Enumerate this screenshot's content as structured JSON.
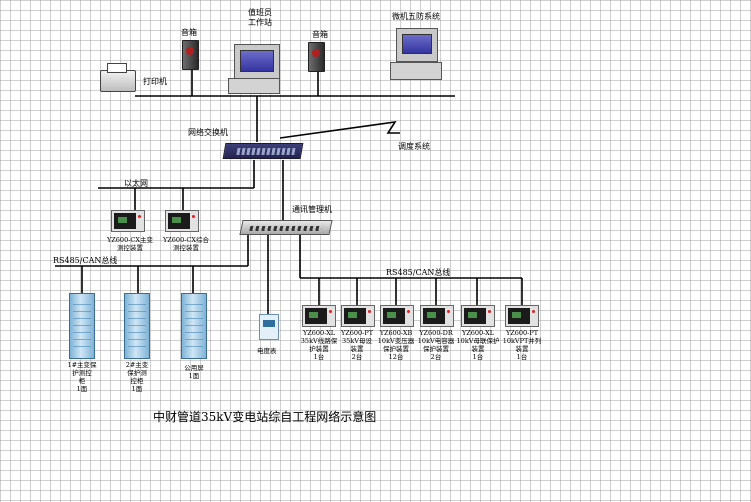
{
  "workstation": {
    "label_line1": "值班员",
    "label_line2": "工作站"
  },
  "speaker_left": "音箱",
  "speaker_right": "音箱",
  "wufang": "微机五防系统",
  "printer": "打印机",
  "network_switch": "网络交换机",
  "dispatch": "调度系统",
  "ethernet": "以太网",
  "comm_manager": "通讯管理机",
  "bus_left": "RS485/CAN总线",
  "bus_right": "RS485/CAN总线",
  "upper_devices": [
    {
      "line1": "YZ600-CX主变",
      "line2": "测控装置"
    },
    {
      "line1": "YZ600-CX综合",
      "line2": "测控装置"
    }
  ],
  "cabinets": [
    {
      "lines": [
        "1#主变保",
        "护测控",
        "柜",
        "1面"
      ]
    },
    {
      "lines": [
        "2#主变",
        "保护测",
        "控柜",
        "1面"
      ]
    },
    {
      "lines": [
        "公用屏",
        "1面"
      ]
    }
  ],
  "meter": "电度表",
  "lower_devices": [
    {
      "lines": [
        "YZ600-XL",
        "35kV线路保",
        "护装置",
        "1台"
      ]
    },
    {
      "lines": [
        "YZ600-PT",
        "35kV母设",
        "装置",
        "2台"
      ]
    },
    {
      "lines": [
        "YZ600-XB",
        "10kV变压器",
        "保护装置",
        "12台"
      ]
    },
    {
      "lines": [
        "YZ600-DR",
        "10kV电容器",
        "保护装置",
        "2台"
      ]
    },
    {
      "lines": [
        "YZ600-XL",
        "10kV母联保护",
        "装置",
        "1台"
      ]
    },
    {
      "lines": [
        "YZ600-PT",
        "10kVPT并列",
        "装置",
        "1台"
      ]
    }
  ],
  "title": "中财管道35kV变电站综自工程网络示意图"
}
